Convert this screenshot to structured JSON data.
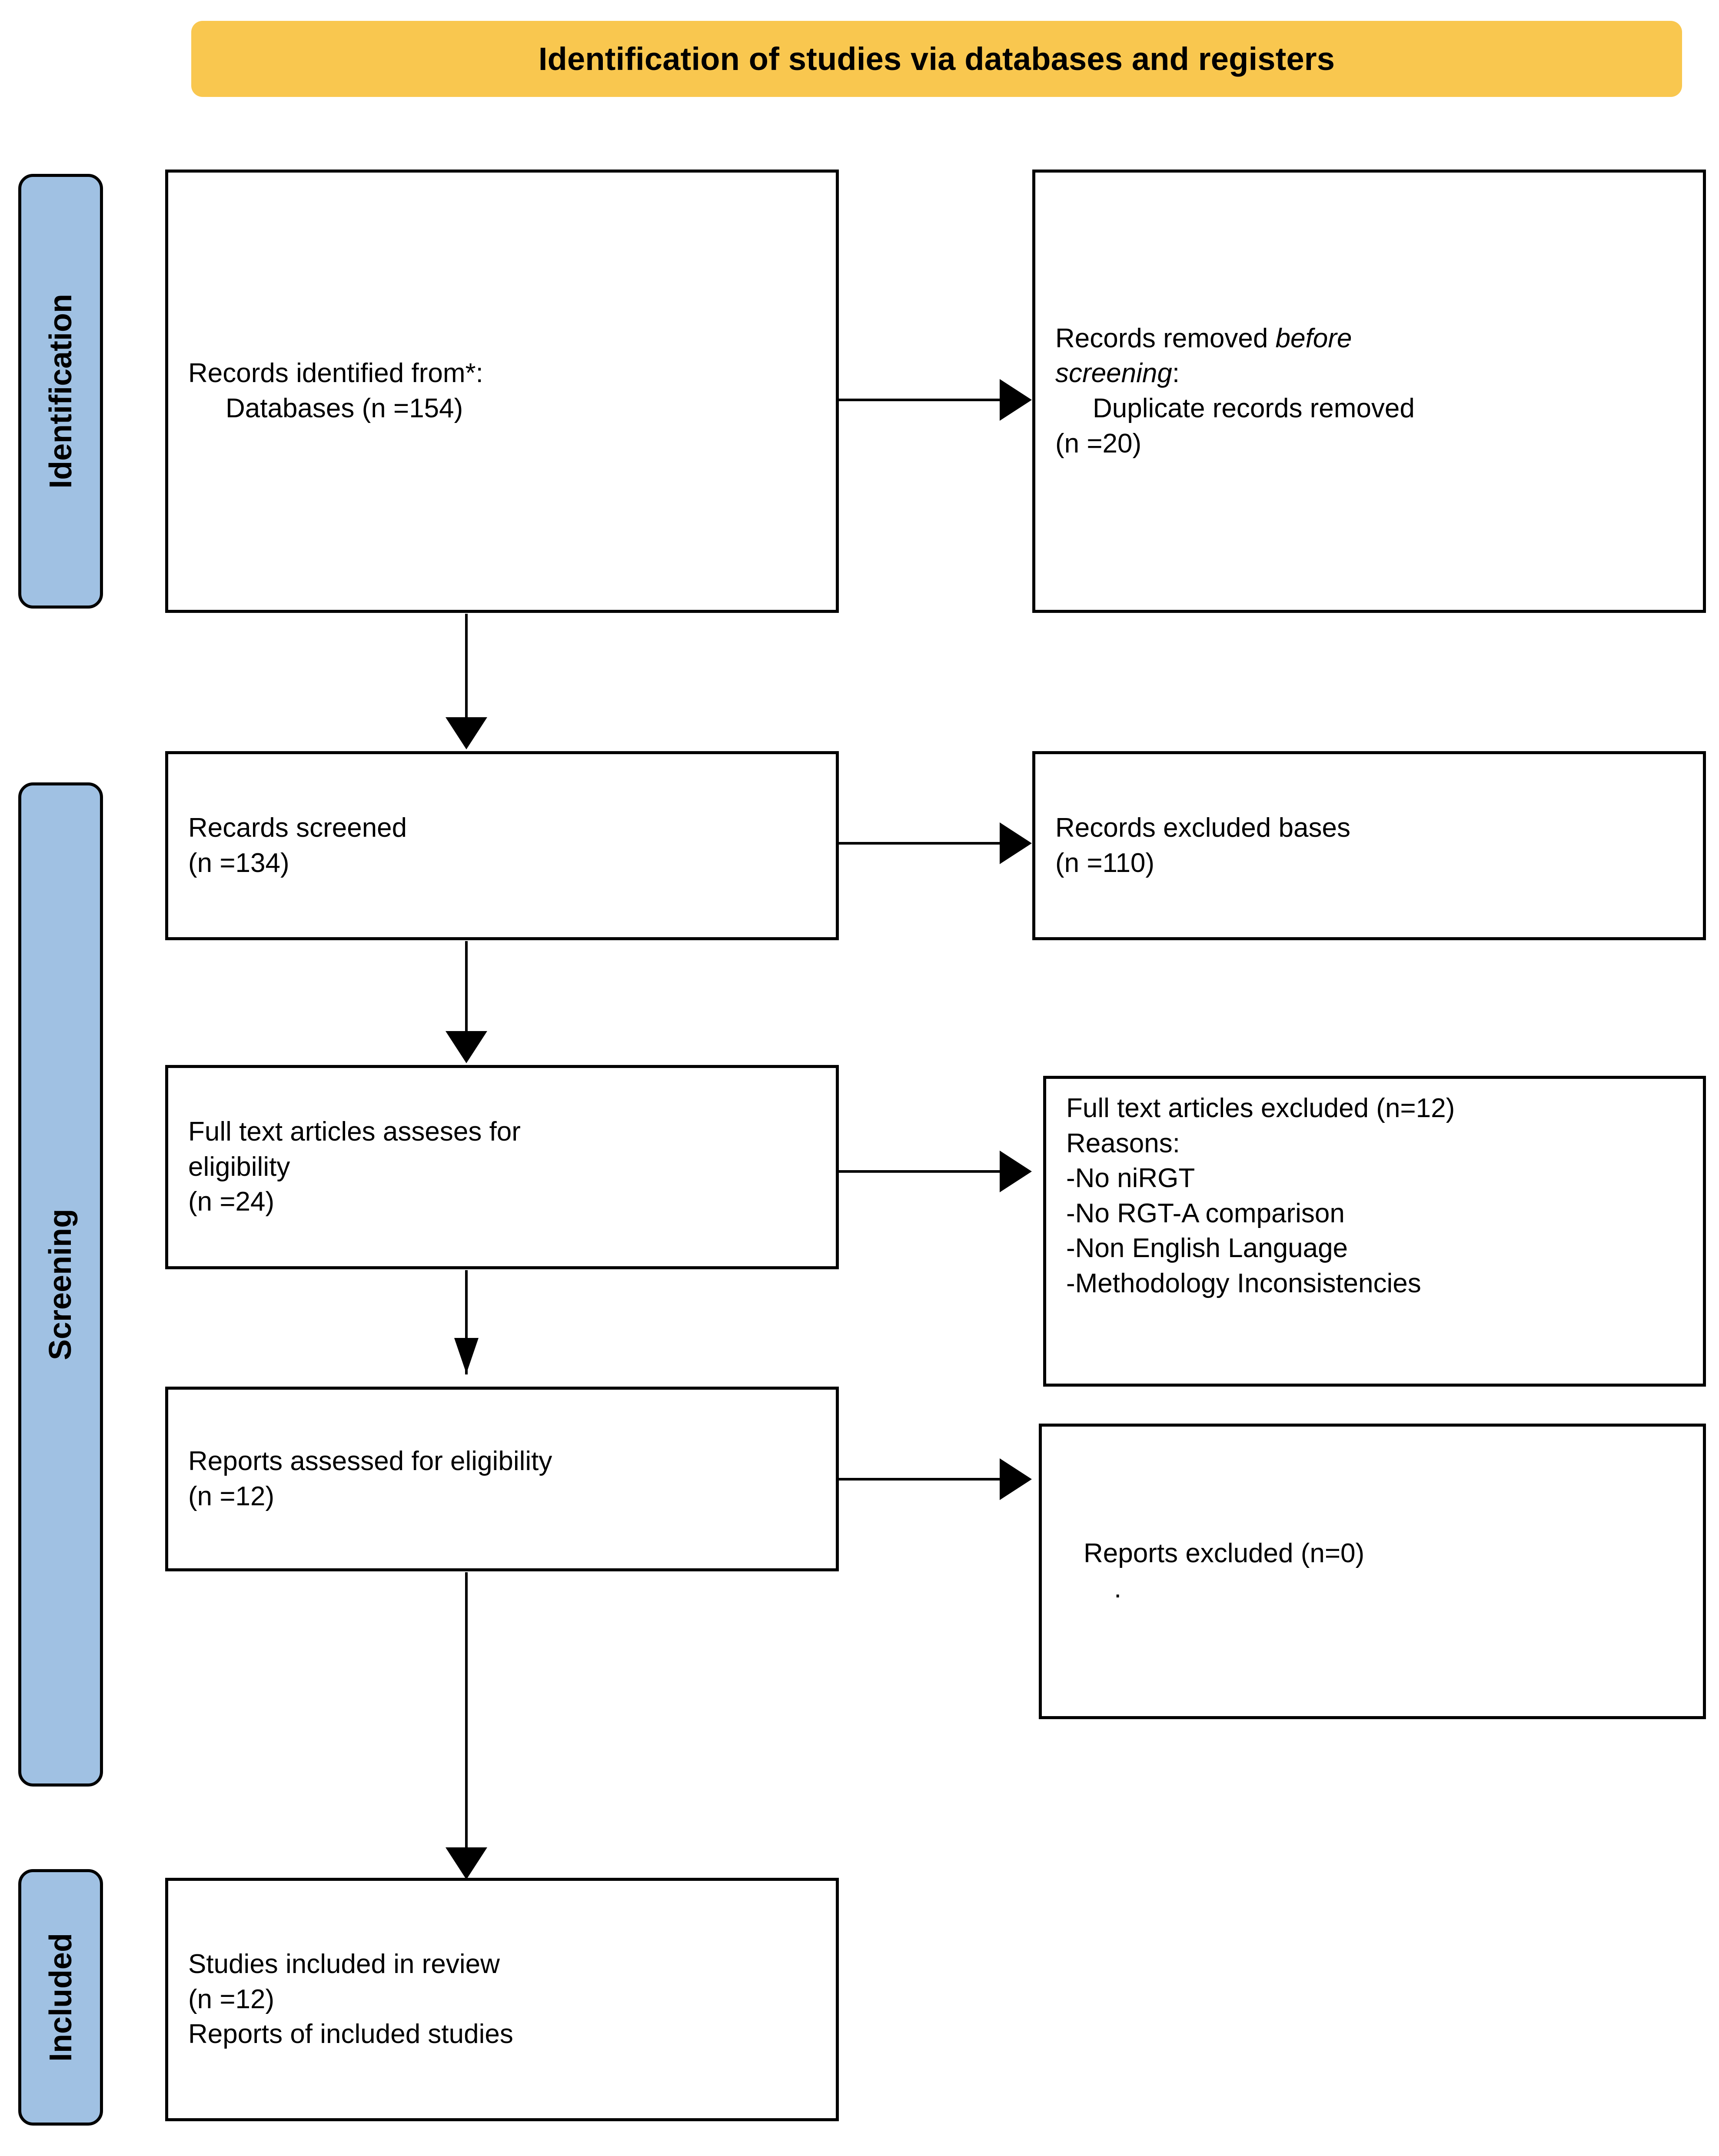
{
  "banner": {
    "title": "Identification of studies via databases and registers",
    "bg_color": "#F9C74F"
  },
  "stages": [
    {
      "id": "identification",
      "label": "Identification",
      "bg_color": "#A0C1E3"
    },
    {
      "id": "screening",
      "label": "Screening",
      "bg_color": "#A0C1E3"
    },
    {
      "id": "included",
      "label": "Included",
      "bg_color": "#A0C1E3"
    }
  ],
  "boxes": {
    "records_identified": {
      "line1": "Records identified from*:",
      "line2": "Databases (n =154)"
    },
    "records_removed": {
      "line1_a": "Records removed ",
      "line1_b": "before",
      "line2_a": "screening",
      "line2_b": ":",
      "line3": "Duplicate records removed",
      "line4": "(n =20)"
    },
    "records_screened": {
      "line1": "Recards screened",
      "line2": "(n =134)"
    },
    "records_excluded": {
      "line1": "Records excluded bases",
      "line2": "(n =110)"
    },
    "fulltext_assessed": {
      "line1": "Full text articles asseses for",
      "line2": "eligibility",
      "line3": "(n =24)"
    },
    "fulltext_excluded": {
      "line1": "Full text articles excluded (n=12)",
      "line2": "Reasons:",
      "reason1": "-No niRGT",
      "reason2": "-No RGT-A comparison",
      "reason3": "-Non English  Language",
      "reason4": "-Methodology Inconsistencies"
    },
    "reports_assessed": {
      "line1": "Reports assessed for eligibility",
      "line2": "(n =12)"
    },
    "reports_excluded": {
      "line1": "Reports excluded (n=0)",
      "line2": "."
    },
    "studies_included": {
      "line1": "Studies included in review",
      "line2": "(n =12)",
      "line3": "Reports of included studies"
    }
  }
}
